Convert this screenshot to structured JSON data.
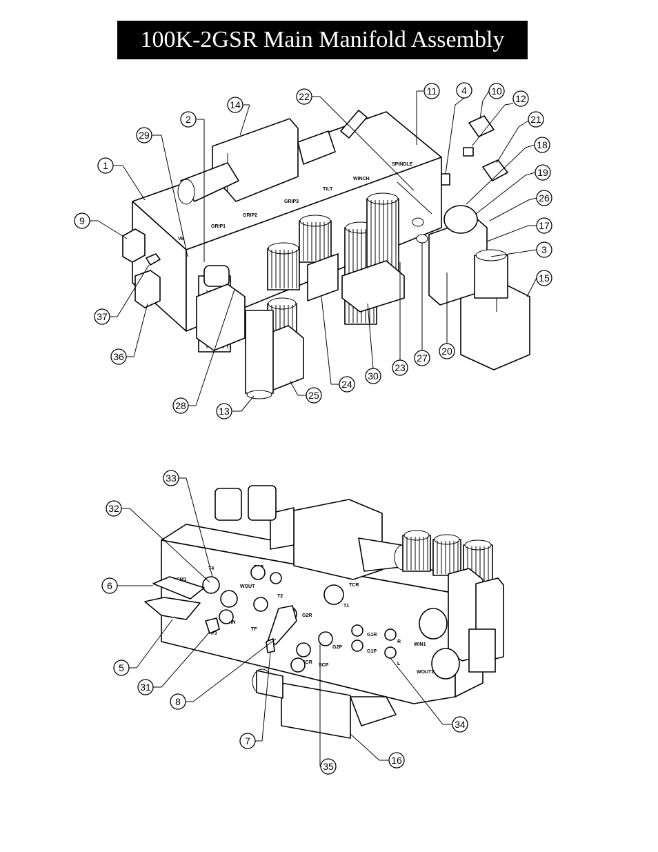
{
  "title": "100K-2GSR Main Manifold Assembly",
  "top_view": {
    "port_labels": [
      "GRIP1",
      "GRIP2",
      "GRIP3",
      "TILT",
      "WINCH",
      "SPINDLE",
      "VB"
    ],
    "callouts": [
      "1",
      "2",
      "3",
      "4",
      "9",
      "10",
      "11",
      "12",
      "13",
      "14",
      "15",
      "17",
      "18",
      "19",
      "20",
      "21",
      "22",
      "23",
      "24",
      "25",
      "26",
      "27",
      "28",
      "29",
      "30",
      "36",
      "37"
    ]
  },
  "bottom_view": {
    "port_labels": [
      "TCP",
      "TCR",
      "WOUT",
      "T2",
      "T1",
      "T4",
      "SM1",
      "WIN",
      "P3",
      "TF",
      "G2R",
      "G2P",
      "G1R",
      "G1P",
      "SCR",
      "SCP",
      "R",
      "L",
      "WIN1",
      "WOUT1"
    ],
    "callouts": [
      "5",
      "6",
      "7",
      "8",
      "16",
      "31",
      "32",
      "33",
      "34",
      "35"
    ]
  }
}
